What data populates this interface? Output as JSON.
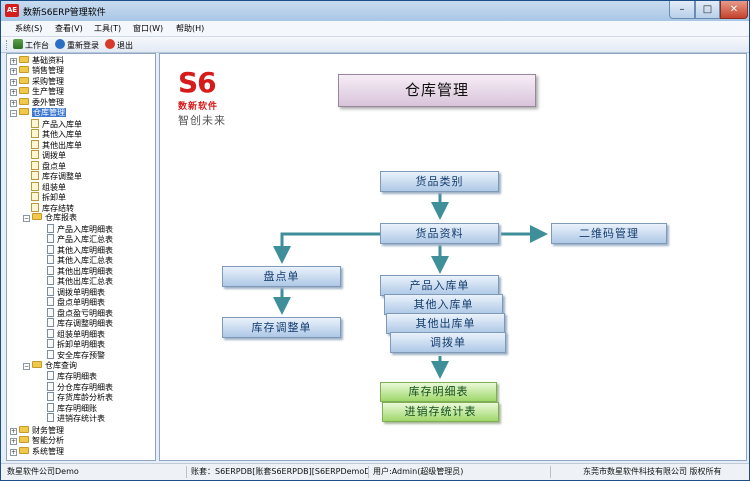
{
  "window": {
    "title": "数新S6ERP管理软件",
    "icon_text": "AE"
  },
  "menu": [
    "系统(S)",
    "查看(V)",
    "工具(T)",
    "窗口(W)",
    "帮助(H)"
  ],
  "toolbar": {
    "desk": "工作台",
    "relogin": "重新登录",
    "exit": "退出"
  },
  "tree": {
    "root_before": [
      "基础资料",
      "销售管理",
      "采购管理",
      "生产管理",
      "委外管理"
    ],
    "selected": "仓库管理",
    "docs": [
      "产品入库单",
      "其他入库单",
      "其他出库单",
      "调拨单",
      "盘点单",
      "库存调整单",
      "组装单",
      "拆卸单",
      "库存结转"
    ],
    "reports_folder": "仓库报表",
    "reports": [
      "产品入库明细表",
      "产品入库汇总表",
      "其他入库明细表",
      "其他入库汇总表",
      "其他出库明细表",
      "其他出库汇总表",
      "调拨单明细表",
      "盘点单明细表",
      "盘点盈亏明细表",
      "库存调整明细表",
      "组装单明细表",
      "拆卸单明细表",
      "安全库存预警"
    ],
    "query_folder": "仓库查询",
    "queries": [
      "库存明细表",
      "分仓库存明细表",
      "存货库龄分析表",
      "库存明细账",
      "进销存统计表"
    ],
    "root_after": [
      "财务管理",
      "智能分析",
      "系统管理"
    ]
  },
  "logo": {
    "mark": "S6",
    "name": "数新软件",
    "slogan": "智创未来"
  },
  "page_title": "仓库管理",
  "flow": {
    "category": "货品类别",
    "item": "货品资料",
    "qrcode": "二维码管理",
    "stocktake": "盘点单",
    "adjust": "库存调整单",
    "in_product": "产品入库单",
    "in_other": "其他入库单",
    "out_other": "其他出库单",
    "transfer": "调拨单",
    "stock_detail": "库存明细表",
    "summary": "进销存统计表"
  },
  "colors": {
    "arrow": "#3f8f9b",
    "brand_red": "#d71a1a",
    "selection": "#3e79d1"
  },
  "status": {
    "company": "数星软件公司Demo",
    "account": "账套：S6ERPDB[账套S6ERPDB][S6ERPDemoDB]",
    "user": "用户:Admin(超级管理员)",
    "copyright": "东莞市数星软件科技有限公司 版权所有"
  }
}
